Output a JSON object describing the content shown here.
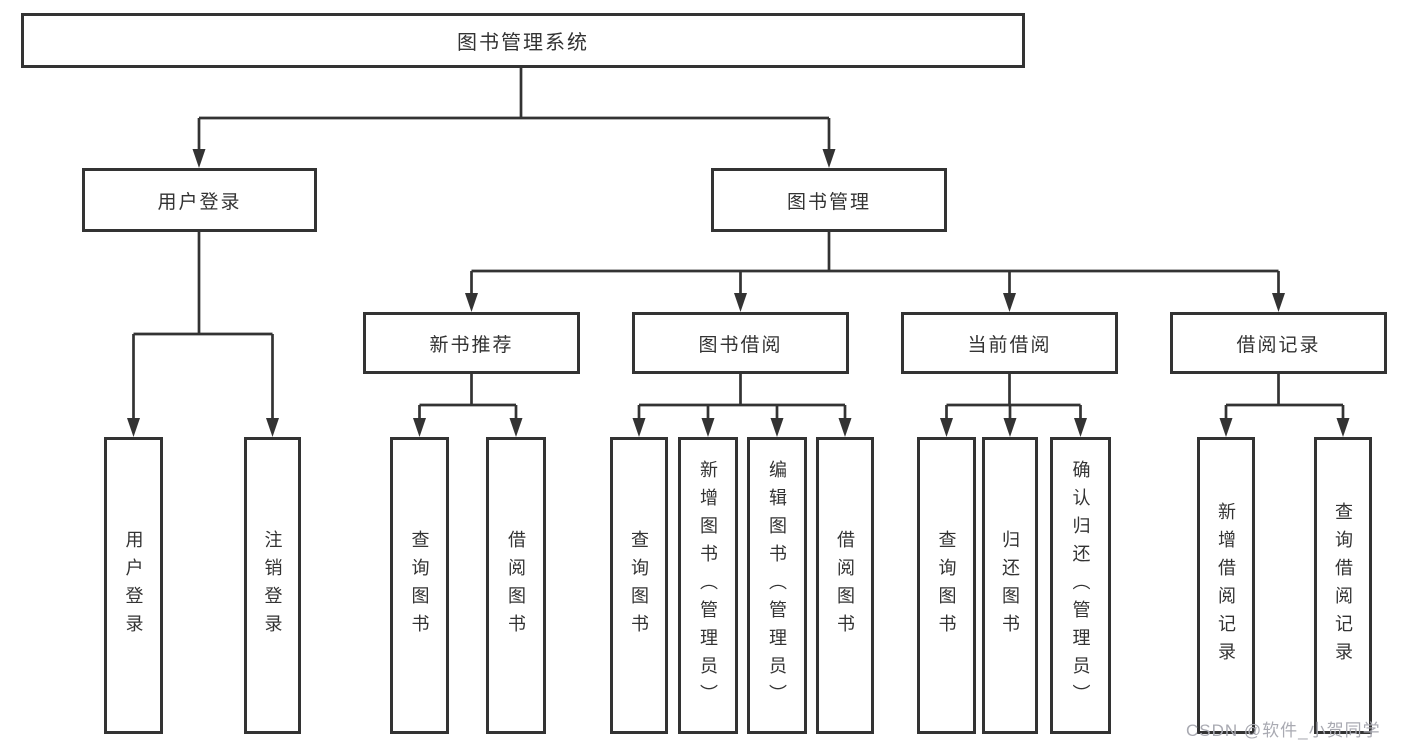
{
  "colors": {
    "line": "#333333",
    "box_border": "#333333",
    "text": "#333333",
    "watermark": "#a9aab2",
    "background": "#ffffff"
  },
  "tree": {
    "root": {
      "label": "图书管理系统"
    },
    "branches": [
      {
        "label": "用户登录",
        "leaves": [
          "用户登录",
          "注销登录"
        ]
      },
      {
        "label": "图书管理",
        "children": [
          {
            "label": "新书推荐",
            "leaves": [
              "查询图书",
              "借阅图书"
            ]
          },
          {
            "label": "图书借阅",
            "leaves": [
              "查询图书",
              "新增图书（管理员）",
              "编辑图书（管理员）",
              "借阅图书"
            ]
          },
          {
            "label": "当前借阅",
            "leaves": [
              "查询图书",
              "归还图书",
              "确认归还（管理员）"
            ]
          },
          {
            "label": "借阅记录",
            "leaves": [
              "新增借阅记录",
              "查询借阅记录"
            ]
          }
        ]
      }
    ]
  },
  "watermark": {
    "text": "CSDN @软件_小贺同学"
  }
}
